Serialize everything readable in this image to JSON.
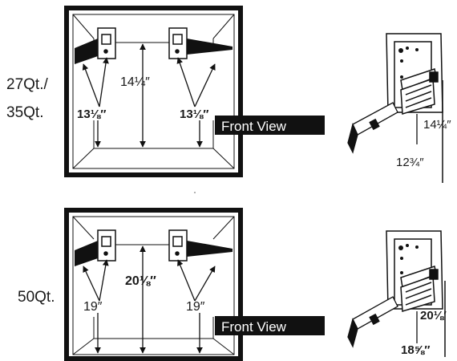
{
  "top": {
    "capacity_line1": "27Qt./",
    "capacity_line2": "35Qt.",
    "center_height": "14¼″",
    "left_diag": "13⅛″",
    "right_diag": "13⅛″",
    "view_label": "Front View",
    "side_height": "14¼″",
    "side_width": "12¾″"
  },
  "bottom": {
    "capacity": "50Qt.",
    "center_height": "20⅛″",
    "left_diag": "19″",
    "right_diag": "19″",
    "view_label": "Front View",
    "side_height": "20⅛′",
    "side_width": "18⅝″"
  }
}
